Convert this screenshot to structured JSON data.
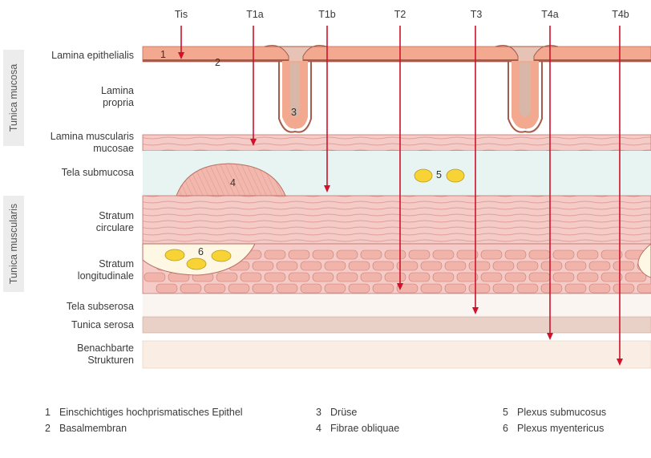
{
  "stage_labels": [
    "Tis",
    "T1a",
    "T1b",
    "T2",
    "T3",
    "T4a",
    "T4b"
  ],
  "side_labels": {
    "mucosa": "Tunica mucosa",
    "muscularis": "Tunica muscularis"
  },
  "layer_labels": [
    "Lamina epithelialis",
    "Lamina propria",
    "Lamina muscularis mucosae",
    "Tela submucosa",
    "Stratum circulare",
    "Stratum longitudinale",
    "Tela subserosa",
    "Tunica serosa",
    "Benachbarte Strukturen"
  ],
  "diagram_numbers": [
    "1",
    "2",
    "3",
    "4",
    "5",
    "6"
  ],
  "legend": [
    {
      "num": "1",
      "text": "Einschichtiges hochprismatisches Epithel"
    },
    {
      "num": "2",
      "text": "Basalmembran"
    },
    {
      "num": "3",
      "text": "Drüse"
    },
    {
      "num": "4",
      "text": "Fibrae obliquae"
    },
    {
      "num": "5",
      "text": "Plexus submucosus"
    },
    {
      "num": "6",
      "text": "Plexus myentericus"
    }
  ],
  "colors": {
    "arrow": "#d0112b",
    "epithelium": "#f2a98f",
    "muscle": "#f3c6c2",
    "submucosa": "#e8f4f1",
    "serosa": "#e9d1c8",
    "plexus": "#f7d335"
  }
}
